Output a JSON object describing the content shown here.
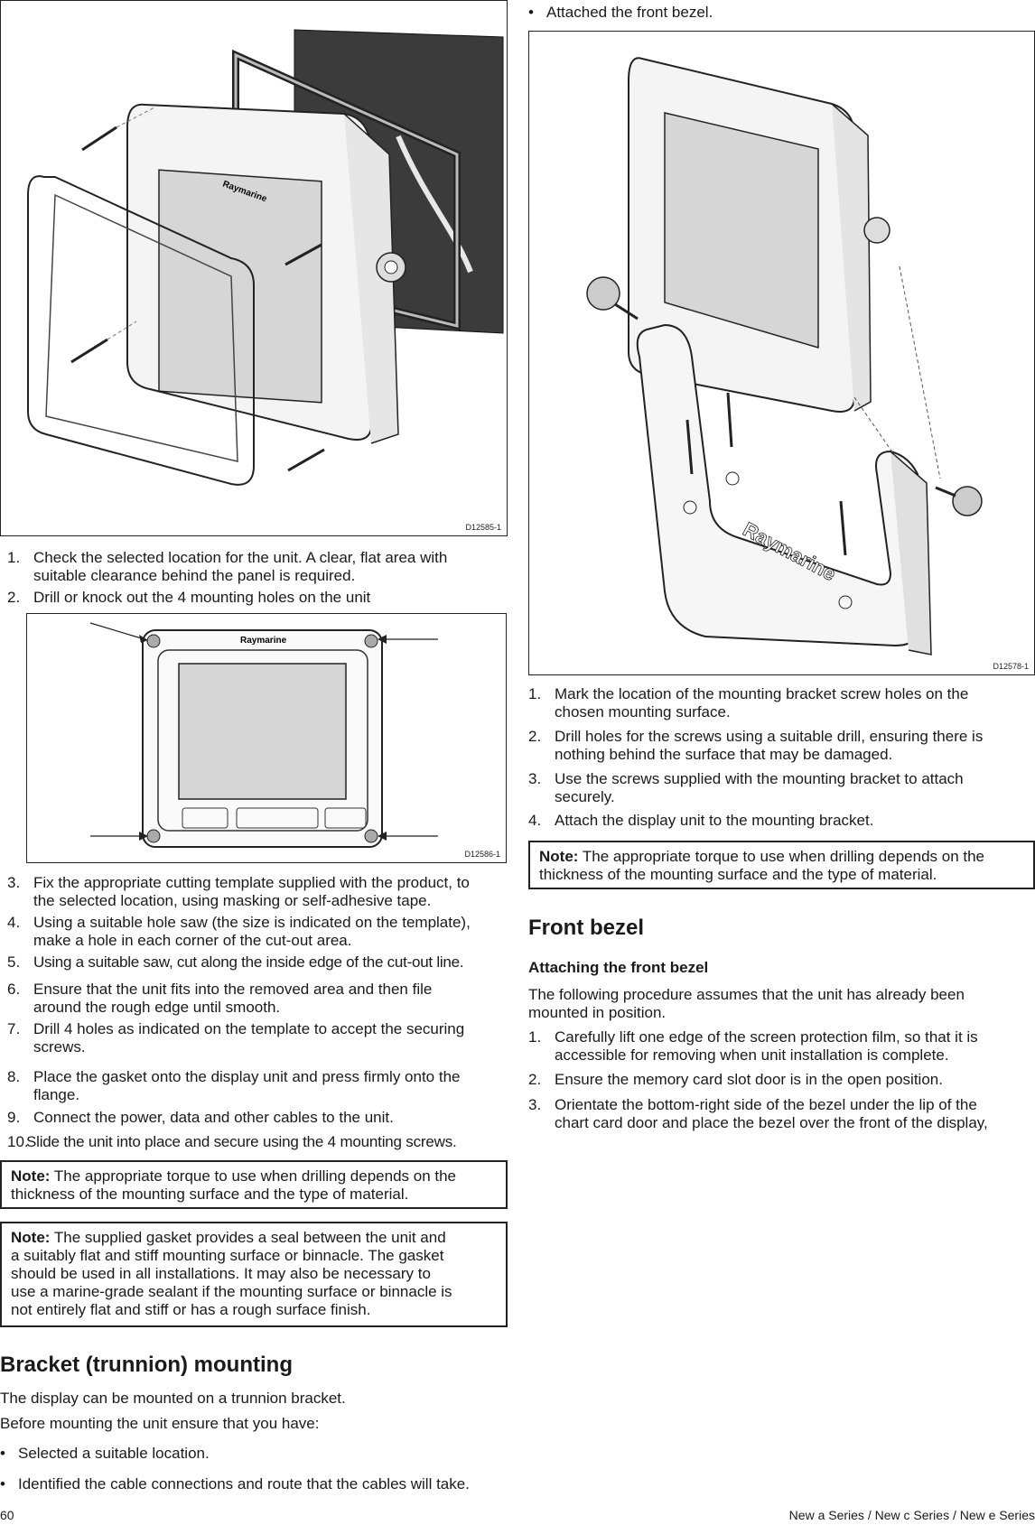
{
  "left": {
    "fig1_id": "D12585-1",
    "fig1_brand": "Raymarine",
    "steps_a": [
      {
        "num": "1.",
        "lines": [
          "Check the selected location for the unit.  A clear, flat area with",
          "suitable clearance behind the panel is required."
        ]
      },
      {
        "num": "2.",
        "lines": [
          "Drill or knock out the 4 mounting holes on the unit"
        ]
      }
    ],
    "fig2_id": "D12586-1",
    "fig2_brand": "Raymarine",
    "steps_b": [
      {
        "num": "3.",
        "lines": [
          "Fix the appropriate cutting template supplied with the product, to",
          "the selected location, using masking or self-adhesive tape."
        ]
      },
      {
        "num": "4.",
        "lines": [
          "Using a suitable hole saw (the size is indicated on the template),",
          "make a hole in each corner of the cut-out area."
        ]
      },
      {
        "num": "5.",
        "lines": [
          "Using a suitable saw, cut along the inside edge of the cut-out line."
        ]
      },
      {
        "num": "6.",
        "lines": [
          "Ensure that the unit fits into the removed area and then file",
          "around the rough edge until smooth."
        ]
      },
      {
        "num": "7.",
        "lines": [
          "Drill 4 holes as indicated on the template to accept the securing",
          "screws."
        ]
      },
      {
        "num": "8.",
        "lines": [
          "Place the gasket onto the display unit and press firmly onto the",
          "flange."
        ]
      },
      {
        "num": "9.",
        "lines": [
          "Connect the power, data and other cables to the unit."
        ]
      },
      {
        "num": "10.",
        "lines": [
          "Slide the unit into place and secure using the 4 mounting screws."
        ]
      }
    ],
    "note1_label": "Note:",
    "note1_lines": [
      " The appropriate torque to use when drilling depends on the",
      "thickness of the mounting surface and the type of material."
    ],
    "note2_label": "Note:",
    "note2_lines": [
      " The supplied gasket provides a seal between the unit and",
      "a suitably flat and stiff mounting surface or binnacle.  The gasket",
      "should be used in all installations.  It may also be necessary to",
      "use a marine-grade sealant if the mounting surface or binnacle is",
      "not entirely flat and stiff or has a rough surface finish."
    ],
    "heading": "Bracket (trunnion) mounting",
    "para1": "The display can be mounted on a trunnion bracket.",
    "para2": "Before mounting the unit ensure that you have:",
    "bullets": [
      "Selected a suitable location.",
      "Identified the cable connections and route that the cables will take."
    ]
  },
  "right": {
    "bullet_top": "Attached the front bezel.",
    "fig3_id": "D12578-1",
    "fig3_brand": "Raymarine",
    "steps": [
      {
        "num": "1.",
        "lines": [
          "Mark the location of the mounting bracket screw holes on the",
          "chosen mounting surface."
        ]
      },
      {
        "num": "2.",
        "lines": [
          "Drill holes for the screws using a suitable drill, ensuring there is",
          "nothing behind the surface that may be damaged."
        ]
      },
      {
        "num": "3.",
        "lines": [
          "Use the screws supplied with the mounting bracket to attach",
          "securely."
        ]
      },
      {
        "num": "4.",
        "lines": [
          "Attach the display unit to the mounting bracket."
        ]
      }
    ],
    "note_label": "Note:",
    "note_lines": [
      " The appropriate torque to use when drilling depends on the",
      "thickness of the mounting surface and the type of material."
    ],
    "heading": "Front bezel",
    "subheading": "Attaching the front bezel",
    "intro_lines": [
      "The following procedure assumes that the unit has already been",
      "mounted in position."
    ],
    "bezel_steps": [
      {
        "num": "1.",
        "lines": [
          "Carefully lift one edge of the screen protection film, so that it is",
          "accessible for removing when unit installation is complete."
        ]
      },
      {
        "num": "2.",
        "lines": [
          "Ensure the memory card slot door is in the open position."
        ]
      },
      {
        "num": "3.",
        "lines": [
          "Orientate the bottom-right side of the bezel under the lip of the",
          "chart card door and place the bezel over the front of the display,"
        ]
      }
    ]
  },
  "footer": {
    "page_number": "60",
    "doc_title": "New a Series / New c Series / New e Series"
  }
}
